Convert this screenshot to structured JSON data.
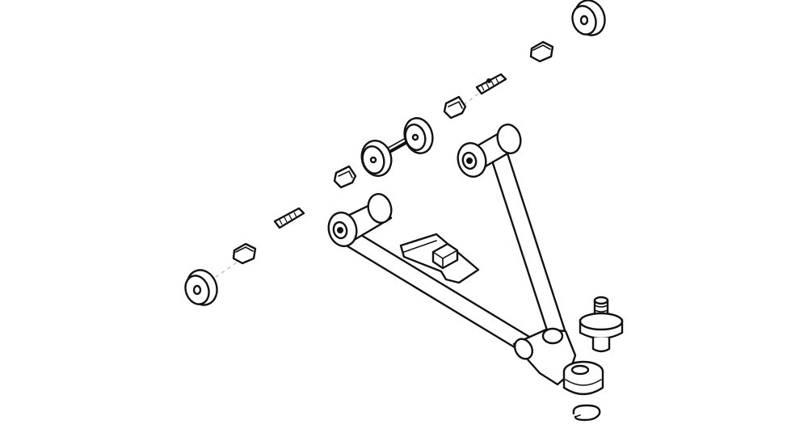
{
  "diagram": {
    "parts": [
      {
        "name": "bushing-washer",
        "icon": "washer-icon"
      },
      {
        "name": "nut",
        "icon": "hex-nut-icon"
      },
      {
        "name": "pivot-bolt",
        "icon": "bolt-icon"
      },
      {
        "name": "spacer-collar",
        "icon": "collar-icon"
      },
      {
        "name": "rubber-bushing-pair",
        "icon": "bushing-icon"
      },
      {
        "name": "lower-control-arm",
        "icon": "a-arm-icon"
      },
      {
        "name": "mounting-bracket",
        "icon": "bracket-icon"
      },
      {
        "name": "ball-joint",
        "icon": "ball-joint-icon"
      },
      {
        "name": "snap-ring",
        "icon": "circlip-icon"
      }
    ],
    "colors": {
      "ink": "#111111",
      "paper": "#ffffff"
    }
  }
}
